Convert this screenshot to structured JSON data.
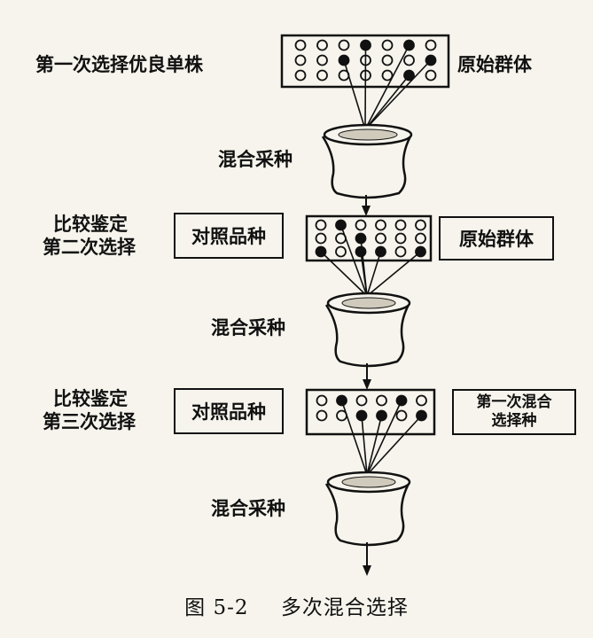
{
  "step1": {
    "label": "第一次选择优良单株",
    "source": "原始群体",
    "mix": "混合采种"
  },
  "step2": {
    "label_line1": "比较鉴定",
    "label_line2": "第二次选择",
    "control": "对照品种",
    "source": "原始群体",
    "mix": "混合采种"
  },
  "step3": {
    "label_line1": "比较鉴定",
    "label_line2": "第三次选择",
    "control": "对照品种",
    "source_line1": "第一次混合",
    "source_line2": "选择种",
    "mix": "混合采种"
  },
  "caption": {
    "number": "图 5-2",
    "title": "多次混合选择"
  }
}
